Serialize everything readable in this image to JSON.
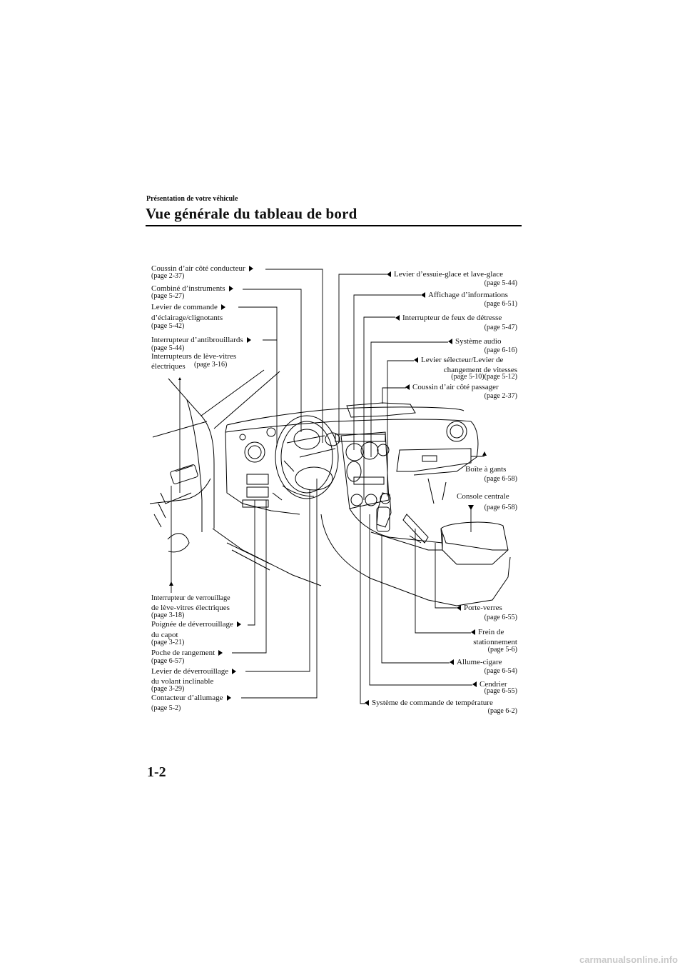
{
  "header": {
    "section": "Présentation de votre véhicule",
    "title": "Vue générale du tableau de bord"
  },
  "left_labels": [
    {
      "text": "Coussin d’air côté conducteur",
      "page": "(page 2-37)"
    },
    {
      "text": "Combiné d’instruments",
      "page": "(page 5-27)"
    },
    {
      "text": "Levier de commande",
      "text2": "d’éclairage/clignotants",
      "page": "(page 5-42)"
    },
    {
      "text": "Interrupteur d’antibrouillards",
      "page": "(page 5-44)"
    },
    {
      "text": "Interrupteurs de lève-vitres",
      "text2": "électriques",
      "page": "(page 3-16)"
    }
  ],
  "right_labels": [
    {
      "text": "Levier d’essuie-glace et lave-glace",
      "page": "(page 5-44)"
    },
    {
      "text": "Affichage d’informations",
      "page": "(page 6-51)"
    },
    {
      "text": "Interrupteur de feux de détresse",
      "page": "(page 5-47)"
    },
    {
      "text": "Système audio",
      "page": "(page 6-16)"
    },
    {
      "text": "Levier sélecteur/Levier de",
      "text2": "changement de vitesses",
      "page": "(page 5-10)(page 5-12)"
    },
    {
      "text": "Coussin d’air côté passager",
      "page": "(page 2-37)"
    },
    {
      "text": "Boîte à gants",
      "page": "(page 6-58)"
    },
    {
      "text": "Console centrale",
      "page": "(page 6-58)"
    }
  ],
  "bottom_left_labels": [
    {
      "text": "Interrupteur de verrouillage",
      "text2": "de lève-vitres électriques",
      "page": "(page 3-18)"
    },
    {
      "text": "Poignée de déverrouillage",
      "text2": "du capot",
      "page": "(page 3-21)"
    },
    {
      "text": "Poche de rangement",
      "page": "(page 6-57)"
    },
    {
      "text": "Levier de déverrouillage",
      "text2": "du volant inclinable",
      "page": "(page 3-29)"
    },
    {
      "text": "Contacteur d’allumage",
      "page": "(page 5-2)"
    }
  ],
  "bottom_right_labels": [
    {
      "text": "Porte-verres",
      "page": "(page 6-55)"
    },
    {
      "text": "Frein de",
      "text2": "stationnement",
      "page": "(page 5-6)"
    },
    {
      "text": "Allume-cigare",
      "page": "(page 6-54)"
    },
    {
      "text": "Cendrier",
      "page": "(page 6-55)"
    },
    {
      "text": "Système de commande de température",
      "page": "(page 6-2)"
    }
  ],
  "footer": {
    "page_number": "1-2",
    "watermark": "carmanualsonline.info"
  }
}
